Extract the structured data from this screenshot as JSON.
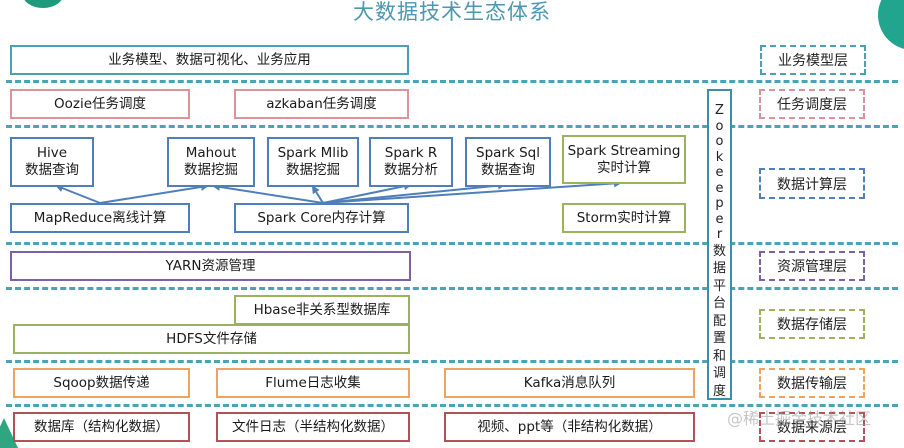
{
  "title": "大数据技术生态体系",
  "colors": {
    "title": "#4d97b0",
    "separator": "#4aa3b8",
    "business": "#4aa0b5",
    "scheduling": "#d9959b",
    "compute": "#4f7fba",
    "streaming": "#9bb35e",
    "resource": "#7d62a3",
    "storage": "#9bb35e",
    "transport": "#f0a35e",
    "source": "#b4505a",
    "zookeeper": "#3d8fa8"
  },
  "business_layer": {
    "box": "业务模型、数据可视化、业务应用"
  },
  "scheduling_layer": {
    "oozie": "Oozie任务调度",
    "azkaban": "azkaban任务调度"
  },
  "compute_layer": {
    "hive": {
      "name": "Hive",
      "desc": "数据查询"
    },
    "mahout": {
      "name": "Mahout",
      "desc": "数据挖掘"
    },
    "spark_mlib": {
      "name": "Spark Mlib",
      "desc": "数据挖掘"
    },
    "spark_r": {
      "name": "Spark R",
      "desc": "数据分析"
    },
    "spark_sql": {
      "name": "Spark Sql",
      "desc": "数据查询"
    },
    "spark_streaming": {
      "name": "Spark Streaming",
      "desc": "实时计算"
    },
    "mapreduce": "MapReduce离线计算",
    "spark_core": "Spark Core内存计算",
    "storm": "Storm实时计算"
  },
  "resource_layer": {
    "yarn": "YARN资源管理"
  },
  "storage_layer": {
    "hbase": "Hbase非关系型数据库",
    "hdfs": "HDFS文件存储"
  },
  "transport_layer": {
    "sqoop": "Sqoop数据传递",
    "flume": "Flume日志收集",
    "kafka": "Kafka消息队列"
  },
  "source_layer": {
    "db": "数据库（结构化数据）",
    "log": "文件日志（半结构化数据）",
    "video": "视频、ppt等（非结构化数据）"
  },
  "zookeeper": {
    "chars": [
      "Z",
      "o",
      "o",
      "k",
      "e",
      "e",
      "p",
      "e",
      "r",
      "数",
      "据",
      "平",
      "台",
      "配",
      "置",
      "和",
      "调",
      "度"
    ]
  },
  "layer_labels": {
    "business": "业务模型层",
    "scheduling": "任务调度层",
    "compute": "数据计算层",
    "resource": "资源管理层",
    "storage": "数据存储层",
    "transport": "数据传输层",
    "source": "数据来源层"
  },
  "watermark": "@稀土掘金技术社区"
}
